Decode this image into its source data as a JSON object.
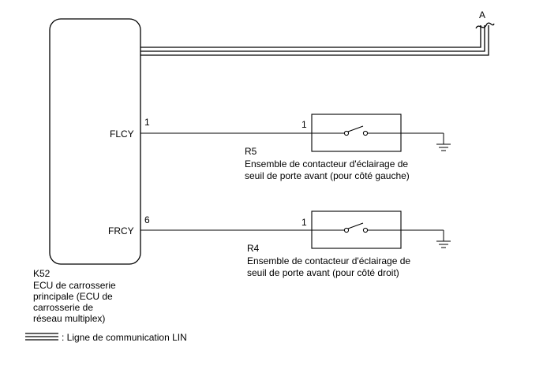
{
  "connector_a": "A",
  "ecu": {
    "code": "K52",
    "name_lines": [
      "ECU de carrosserie",
      "principale (ECU de",
      "carrosserie de",
      "réseau multiplex)"
    ]
  },
  "circuit_left": {
    "signal": "FLCY",
    "ecu_pin": "1",
    "switch_pin": "1",
    "switch_code": "R5",
    "switch_name_lines": [
      "Ensemble de contacteur d'éclairage de",
      "seuil de porte avant (pour côté gauche)"
    ]
  },
  "circuit_right": {
    "signal": "FRCY",
    "ecu_pin": "6",
    "switch_pin": "1",
    "switch_code": "R4",
    "switch_name_lines": [
      "Ensemble de contacteur d'éclairage de",
      "seuil de porte avant (pour côté droit)"
    ]
  },
  "legend": {
    "text": ": Ligne de communication LIN"
  }
}
